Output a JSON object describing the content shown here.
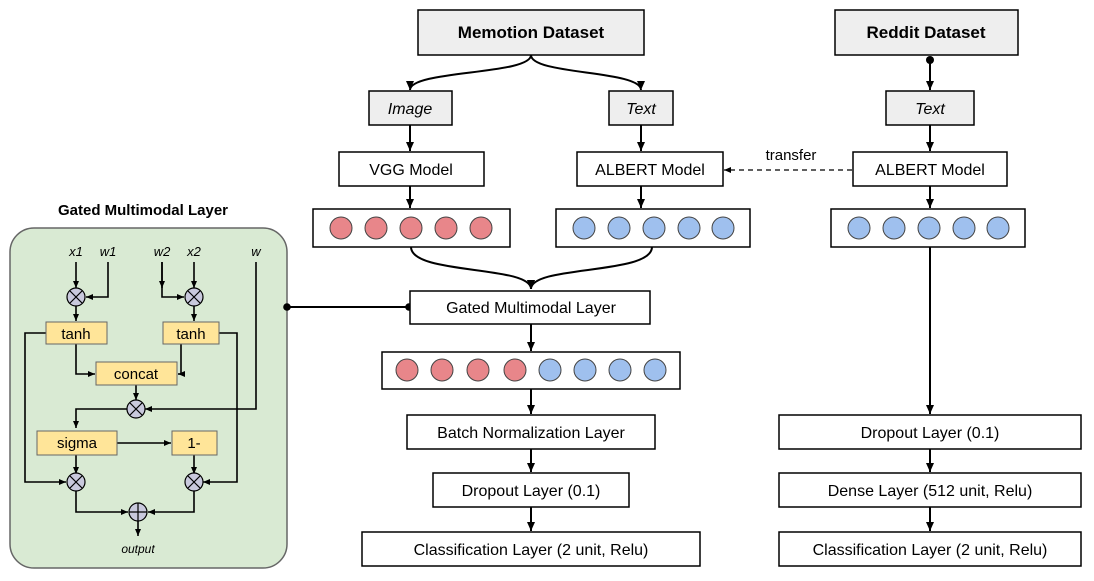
{
  "memotion": {
    "dataset": "Memotion Dataset",
    "image": "Image",
    "text": "Text",
    "vgg": "VGG Model",
    "albert": "ALBERT Model",
    "gated": "Gated Multimodal Layer",
    "batchnorm": "Batch Normalization Layer",
    "dropout": "Dropout Layer (0.1)",
    "classification": "Classification Layer (2 unit, Relu)"
  },
  "reddit": {
    "dataset": "Reddit Dataset",
    "text": "Text",
    "albert": "ALBERT Model",
    "dropout": "Dropout Layer (0.1)",
    "dense": "Dense Layer (512 unit, Relu)",
    "classification": "Classification Layer (2 unit, Relu)"
  },
  "transfer_label": "transfer",
  "gml": {
    "title": "Gated Multimodal Layer",
    "x1": "x1",
    "w1": "w1",
    "w2": "w2",
    "x2": "x2",
    "w": "w",
    "tanh_left": "tanh",
    "tanh_right": "tanh",
    "concat": "concat",
    "sigma": "sigma",
    "one_minus": "1-",
    "output": "output"
  },
  "colors": {
    "image_node": "#e8868a",
    "text_node": "#9fc0ee",
    "gml_panel": "#d9ead3",
    "gml_box": "#ffe599",
    "dataset_box": "#eeeeee",
    "op_circle": "#c9c9dd"
  }
}
